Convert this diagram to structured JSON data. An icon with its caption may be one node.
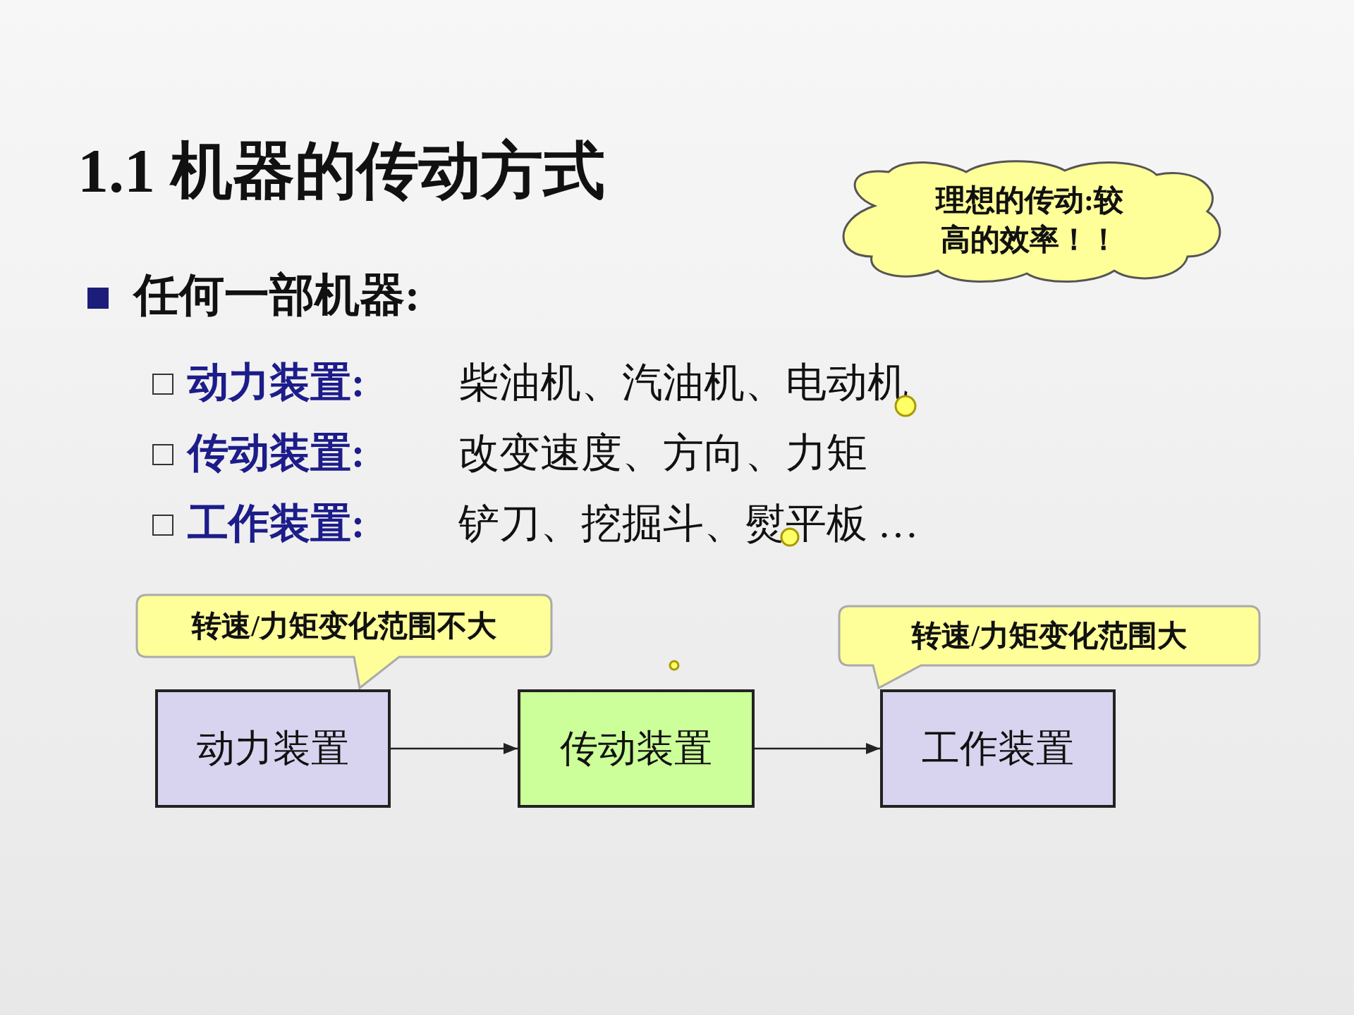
{
  "diagram": {
    "title": "1.1 机器的传动方式",
    "nodes": [
      {
        "text": [
          "理想的传动:较高的效率！！"
        ]
      },
      {
        "text": [
          "转速/力矩变化范围不大"
        ]
      },
      {
        "text": [
          "转速/力矩变化范围大"
        ]
      },
      {
        "text": [
          "动力装置"
        ]
      },
      {
        "text": [
          "传动装置"
        ]
      },
      {
        "text": [
          "工作装置"
        ]
      }
    ],
    "edges": [
      {
        "from": 3,
        "to": 4,
        "arrow": "to"
      },
      {
        "from": 4,
        "to": 5,
        "arrow": "to"
      }
    ],
    "labels": [
      "任何一部机器:",
      "动力装置:",
      "柴油机、汽油机、电动机",
      "传动装置:",
      "改变速度、方向、力矩",
      "工作装置:",
      "铲刀、挖掘斗、熨平板 …"
    ]
  }
}
